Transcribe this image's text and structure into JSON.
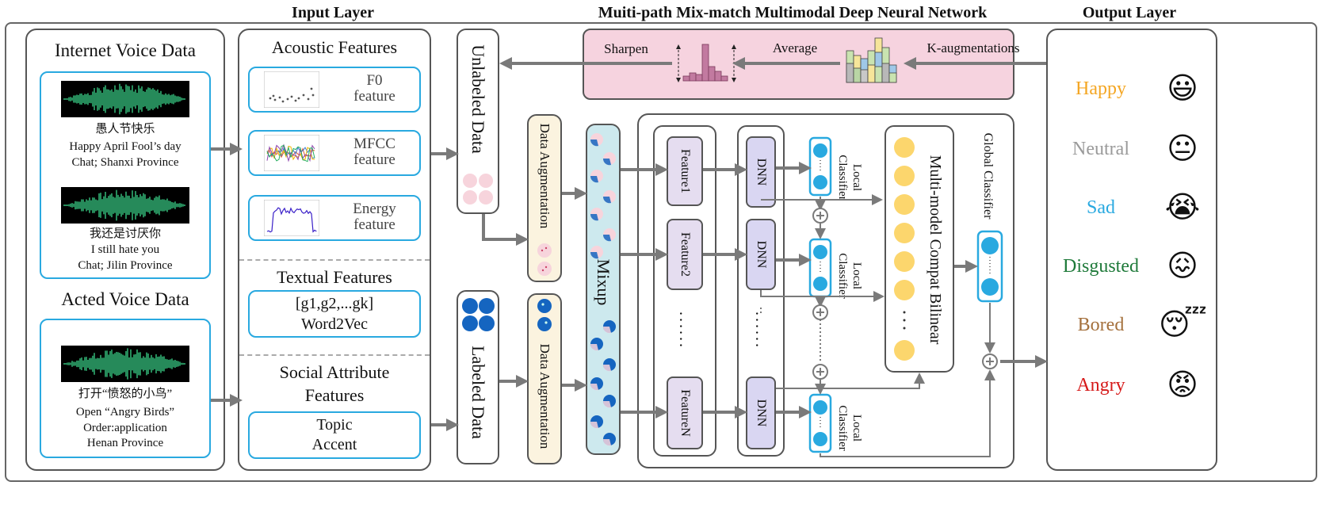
{
  "titles": {
    "input_layer": "Input Layer",
    "network": "Muiti-path Mix-match Multimodal Deep Neural Network",
    "output_layer": "Output Layer"
  },
  "voice": {
    "internet_title": "Internet Voice Data",
    "acted_title": "Acted Voice Data",
    "sample1": {
      "zh": "愚人节快乐",
      "en": "Happy April Fool’s day",
      "meta": "Chat; Shanxi Province"
    },
    "sample2": {
      "zh": "我还是讨厌你",
      "en": "I still hate you",
      "meta": "Chat; Jilin Province"
    },
    "sample3": {
      "zh": "打开“愤怒的小鸟”",
      "en": "Open “Angry Birds”",
      "meta1": "Order:application",
      "meta2": "Henan Province"
    }
  },
  "features": {
    "acoustic_title": "Acoustic Features",
    "f0": "F0\nfeature",
    "mfcc": "MFCC\nfeature",
    "energy": "Energy\nfeature",
    "textual_title": "Textual Features",
    "textual_line1": "[g1,g2,...gk]",
    "textual_line2": "Word2Vec",
    "social_title1": "Social Attribute",
    "social_title2": "Features",
    "social_line1": "Topic",
    "social_line2": "Accent"
  },
  "network": {
    "unlabeled": "Unlabeled Data",
    "labeled": "Labeled Data",
    "data_aug": "Data Augmentation",
    "mixup": "Mixup",
    "sharpen": "Sharpen",
    "average": "Average",
    "k_aug": "K-augmentations",
    "feature1": "Feature1",
    "feature2": "Feature2",
    "featureN": "FeatureN",
    "dnn": "DNN",
    "local_classifier": "Local\nClassifier",
    "bilinear": "Multi-model Compat Bilinear",
    "global_classifier": "Global Classifier",
    "dots": "......",
    "plus": "+"
  },
  "outputs": [
    {
      "label": "Happy",
      "color": "#f4a623",
      "emoji": "😃"
    },
    {
      "label": "Neutral",
      "color": "#9a9a9a",
      "emoji": "😐"
    },
    {
      "label": "Sad",
      "color": "#29a9e0",
      "emoji": "😭"
    },
    {
      "label": "Disgusted",
      "color": "#1f7a3a",
      "emoji": "😖"
    },
    {
      "label": "Bored",
      "color": "#a4703c",
      "emoji": "😴"
    },
    {
      "label": "Angry",
      "color": "#d61a1a",
      "emoji": "😡"
    }
  ],
  "colors": {
    "accent_blue": "#29a9e0",
    "arrow_gray": "#7a7a7a",
    "pink_bg": "#f6d3df",
    "feature_purple": "#e5ddf0",
    "dnn_purple": "#d9d6f2",
    "aug_cream": "#fbf3df",
    "mixup_blue": "#cde9ee",
    "bilinear_yellow": "#fcd66d",
    "waveform_green": "#3bd58a"
  }
}
